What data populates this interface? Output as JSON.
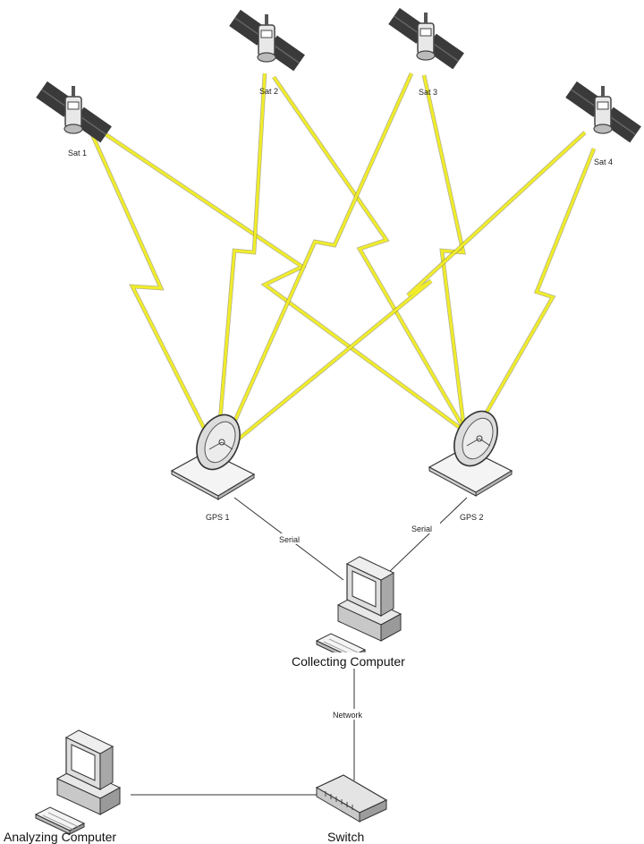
{
  "satellites": [
    {
      "id": "sat1",
      "label": "Sat 1"
    },
    {
      "id": "sat2",
      "label": "Sat 2"
    },
    {
      "id": "sat3",
      "label": "Sat 3"
    },
    {
      "id": "sat4",
      "label": "Sat 4"
    }
  ],
  "receivers": [
    {
      "id": "gps1",
      "label": "GPS 1"
    },
    {
      "id": "gps2",
      "label": "GPS 2"
    }
  ],
  "connections": {
    "serial_1": "Serial",
    "serial_2": "Serial",
    "network": "Network"
  },
  "nodes": {
    "collecting_computer": "Collecting Computer",
    "analyzing_computer": "Analyzing Computer",
    "switch": "Switch"
  },
  "colors": {
    "signal": "#f0ec2a",
    "line": "#333333"
  }
}
